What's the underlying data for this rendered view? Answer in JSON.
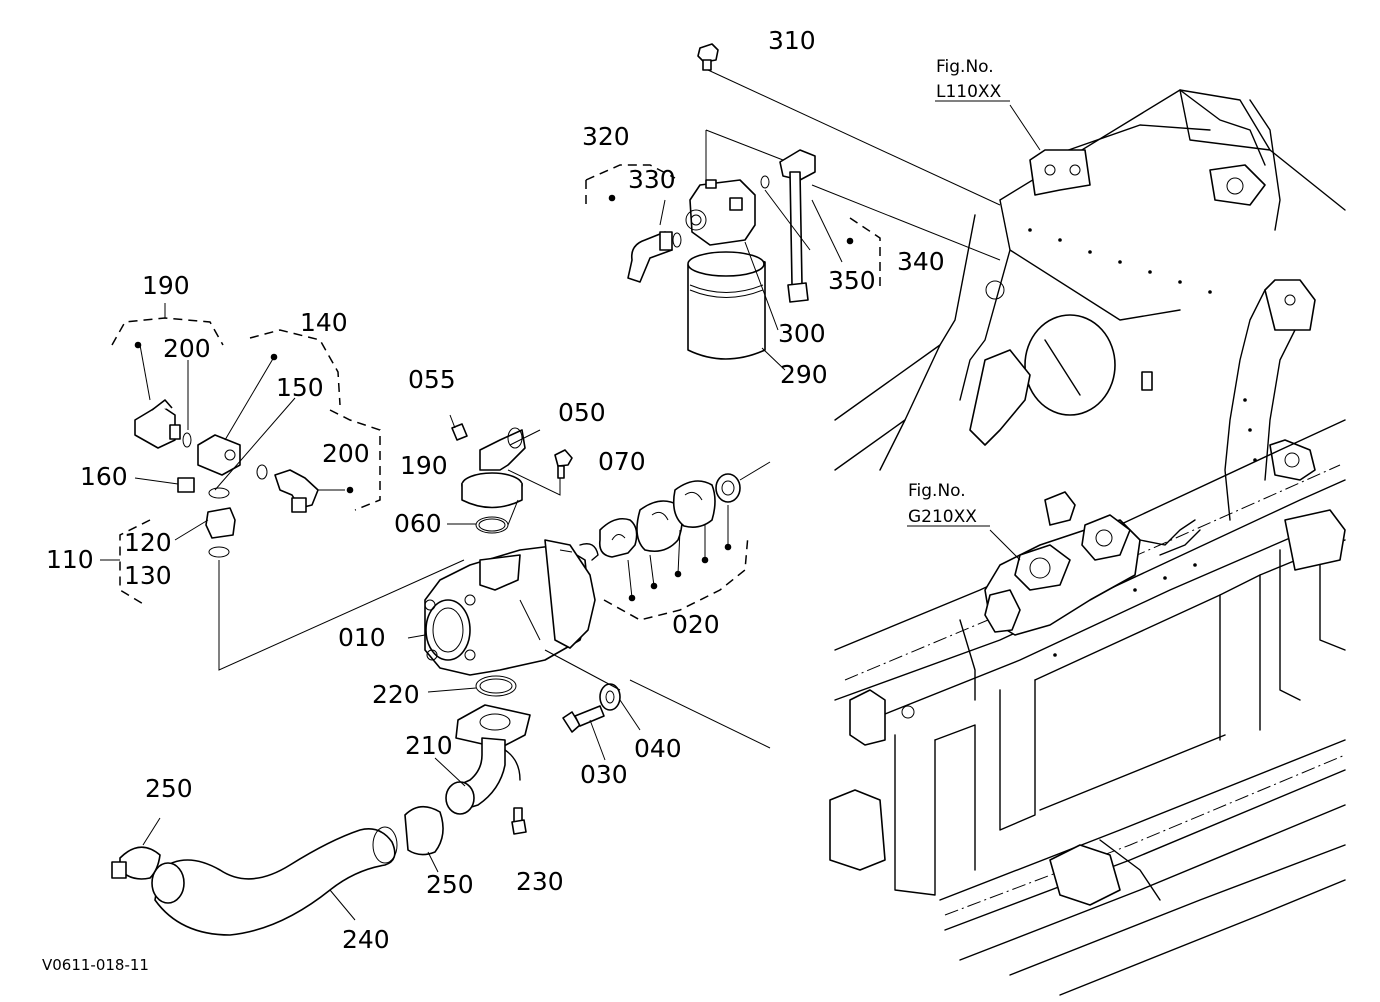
{
  "drawing_code": "V0611-018-11",
  "figure_refs": [
    {
      "line1": "Fig.No.",
      "line2": "L110XX"
    },
    {
      "line1": "Fig.No.",
      "line2": "G210XX"
    }
  ],
  "callouts": [
    {
      "id": "p310",
      "label": "310"
    },
    {
      "id": "p320",
      "label": "320"
    },
    {
      "id": "p330",
      "label": "330"
    },
    {
      "id": "p340",
      "label": "340"
    },
    {
      "id": "p350",
      "label": "350"
    },
    {
      "id": "p300",
      "label": "300"
    },
    {
      "id": "p290",
      "label": "290"
    },
    {
      "id": "p190a",
      "label": "190"
    },
    {
      "id": "p200a",
      "label": "200"
    },
    {
      "id": "p140",
      "label": "140"
    },
    {
      "id": "p150",
      "label": "150"
    },
    {
      "id": "p200b",
      "label": "200"
    },
    {
      "id": "p190b",
      "label": "190"
    },
    {
      "id": "p160",
      "label": "160"
    },
    {
      "id": "p120",
      "label": "120"
    },
    {
      "id": "p110",
      "label": "110"
    },
    {
      "id": "p130",
      "label": "130"
    },
    {
      "id": "p055",
      "label": "055"
    },
    {
      "id": "p050",
      "label": "050"
    },
    {
      "id": "p070",
      "label": "070"
    },
    {
      "id": "p060",
      "label": "060"
    },
    {
      "id": "p010",
      "label": "010"
    },
    {
      "id": "p020",
      "label": "020"
    },
    {
      "id": "p220",
      "label": "220"
    },
    {
      "id": "p040",
      "label": "040"
    },
    {
      "id": "p030",
      "label": "030"
    },
    {
      "id": "p210",
      "label": "210"
    },
    {
      "id": "p250a",
      "label": "250"
    },
    {
      "id": "p250b",
      "label": "250"
    },
    {
      "id": "p230",
      "label": "230"
    },
    {
      "id": "p240",
      "label": "240"
    }
  ]
}
